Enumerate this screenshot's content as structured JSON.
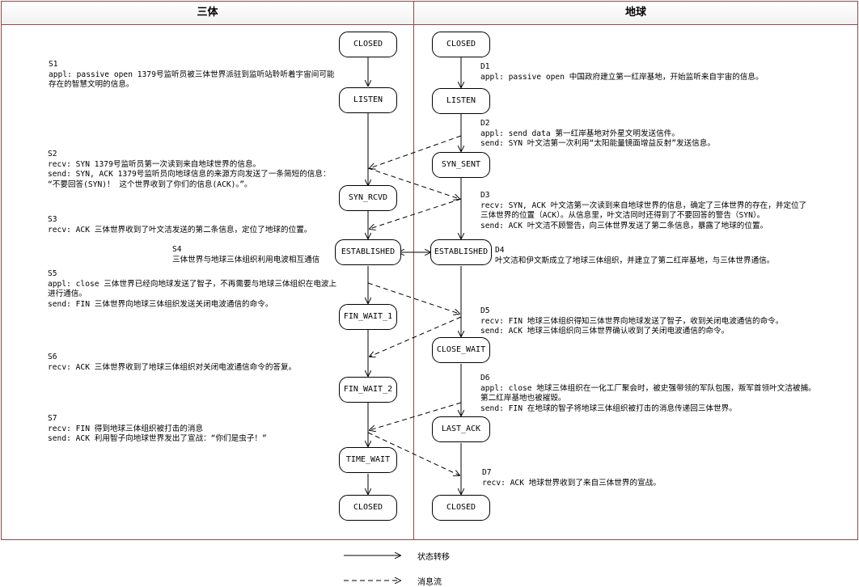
{
  "lanes": {
    "left": "三体",
    "right": "地球"
  },
  "states": {
    "t_closed1": "CLOSED",
    "t_listen": "LISTEN",
    "t_synrcvd": "SYN_RCVD",
    "t_est": "ESTABLISHED",
    "t_fw1": "FIN_WAIT_1",
    "t_fw2": "FIN_WAIT_2",
    "t_tw": "TIME_WAIT",
    "t_closed2": "CLOSED",
    "e_closed1": "CLOSED",
    "e_listen": "LISTEN",
    "e_synsent": "SYN_SENT",
    "e_est": "ESTABLISHED",
    "e_cw": "CLOSE_WAIT",
    "e_lack": "LAST_ACK",
    "e_closed2": "CLOSED"
  },
  "annotations": {
    "s1": "S1\nappl: passive open 1379号监听员被三体世界派驻到监听站聆听着宇宙间可能\n存在的智慧文明的信息。",
    "s2": "S2\nrecv: SYN 1379号监听员第一次读到来自地球世界的信息。\nsend: SYN, ACK 1379号监听员向地球信息的来源方向发送了一条简短的信息：\n“不要回答(SYN)！ 这个世界收到了你们的信息(ACK)。”。",
    "s3": "S3\nrecv: ACK 三体世界收到了叶文洁发送的第二条信息，定位了地球的位置。",
    "s4": "S4\n三体世界与地球三体组织利用电波相互通信",
    "s5": "S5\nappl: close 三体世界已经向地球发送了智子，不再需要与地球三体组织在电波上\n进行通信。\nsend: FIN 三体世界向地球三体组织发送关闭电波通信的命令。",
    "s6": "S6\nrecv: ACK 三体世界收到了地球三体组织对关闭电波通信命令的答复。",
    "s7": "S7\nrecv: FIN 得到地球三体组织被打击的消息\nsend: ACK 利用智子向地球世界发出了宣战：“你们是虫子！”",
    "d1": "D1\nappl: passive open 中国政府建立第一红岸基地，开始监听来自宇宙的信息。",
    "d2": "D2\nappl: send data 第一红岸基地对外星文明发送信件。\nsend: SYN 叶文洁第一次利用“太阳能量镜面增益反射”发送信息。",
    "d3": "D3\nrecv: SYN, ACK 叶文洁第一次读到来自地球世界的信息，确定了三体世界的存在，并定位了\n三体世界的位置（ACK）。从信息里，叶文洁同时还得到了不要回答的警告（SYN）。\nsend: ACK 叶文洁不顾警告，向三体世界发送了第二条信息，暴露了地球的位置。",
    "d4": "D4\n叶文洁和伊文斯成立了地球三体组织，并建立了第二红岸基地，与三体世界通信。",
    "d5": "D5\nrecv: FIN 地球三体组织得知三体世界向地球发送了智子，收到关闭电波通信的命令。\nsend: ACK 地球三体组织向三体世界确认收到了关闭电波通信的命令。",
    "d6": "D6\nappl: close 地球三体组织在一化工厂聚会时，被史强带领的军队包围，叛军首领叶文洁被捕。\n第二红岸基地也被摧毁。\nsend: FIN 在地球的智子将地球三体组织被打击的消息传递回三体世界。",
    "d7": "D7\nrecv: ACK 地球世界收到了来自三体世界的宣战。"
  },
  "legend": {
    "transition": "状态转移",
    "message": "消息流"
  }
}
